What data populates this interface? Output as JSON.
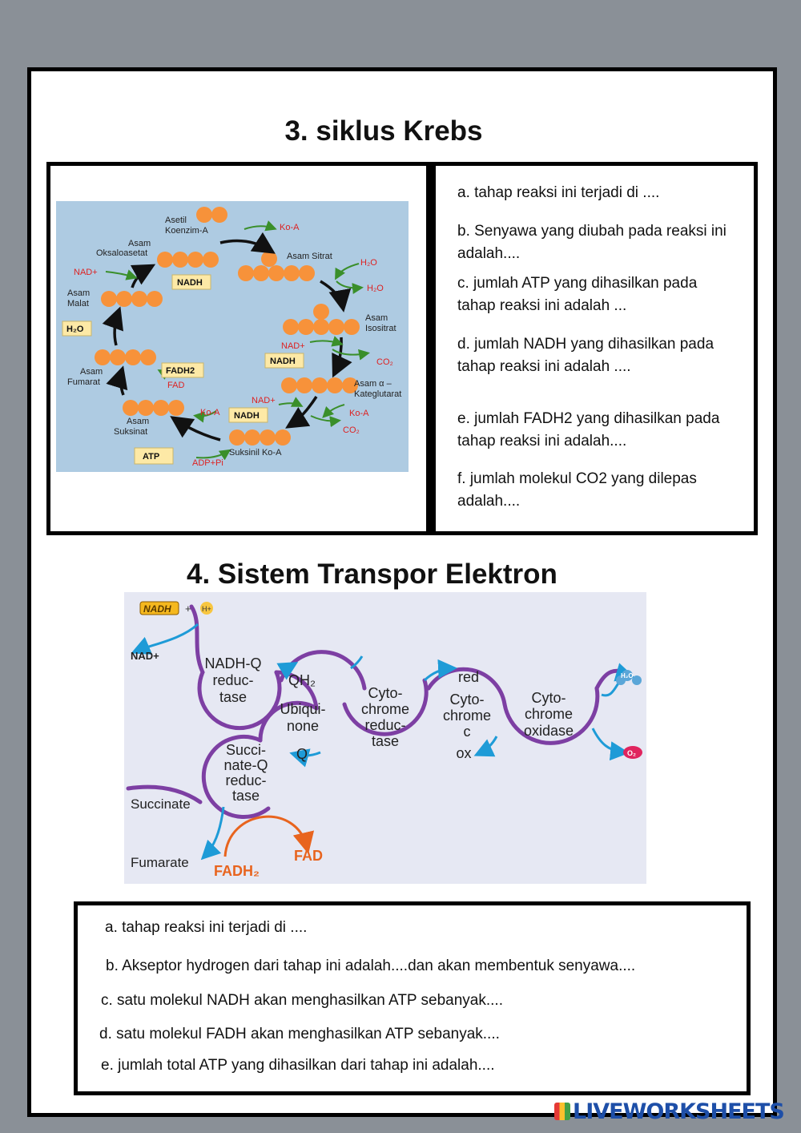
{
  "section3": {
    "title": "3. siklus Krebs",
    "questions": [
      "a. tahap reaksi ini terjadi di ....",
      "b. Senyawa yang diubah pada reaksi ini  adalah....",
      "c. jumlah ATP yang dihasilkan pada tahap reaksi ini  adalah ...",
      "d. jumlah NADH  yang dihasilkan pada tahap reaksi ini adalah ....",
      "e. jumlah FADH2 yang dihasilkan pada tahap reaksi ini  adalah....",
      "f. jumlah molekul CO2 yang dilepas adalah...."
    ],
    "diagram": {
      "asetil": [
        "Asetil",
        "Koenzim-A"
      ],
      "koa_top": "Ko-A",
      "oksaloasetat": [
        "Asam",
        "Oksaloasetat"
      ],
      "sitrat": "Asam Sitrat",
      "h2o_a": "H₂O",
      "h2o_b": "H₂O",
      "nad1": "NAD+",
      "nadh1": "NADH",
      "malat": [
        "Asam",
        "Malat"
      ],
      "isositrat": [
        "Asam",
        "Isositrat"
      ],
      "h2o_box": "H₂O",
      "nad2": "NAD+",
      "nadh2": "NADH",
      "co2_1": "CO₂",
      "fadh2": "FADH2",
      "fad": "FAD",
      "fumarat": [
        "Asam",
        "Fumarat"
      ],
      "kg": [
        "Asam α –",
        "Kateglutarat"
      ],
      "nad3": "NAD+",
      "nadh3": "NADH",
      "koa_mid": "Ko-A",
      "koa_right": "Ko-A",
      "co2_2": "CO₂",
      "suksinat": [
        "Asam",
        "Suksinat"
      ],
      "suksinil": "Suksinil Ko-A",
      "atp": "ATP",
      "adp": "ADP+Pi"
    }
  },
  "section4": {
    "title": "4. Sistem Transpor Elektron",
    "questions": [
      "a. tahap reaksi ini terjadi di ....",
      "b. Akseptor hydrogen dari tahap ini adalah....dan akan membentuk senyawa....",
      "c. satu molekul NADH  akan menghasilkan  ATP sebanyak....",
      "d.  satu molekul FADH  akan menghasilkan  ATP sebanyak....",
      "e.  jumlah total ATP yang dihasilkan dari tahap ini  adalah...."
    ],
    "diagram": {
      "nadh": "NADH",
      "plus": "+",
      "hplus": "H+",
      "nadplus": "NAD+",
      "c1": [
        "NADH-Q",
        "reduc-",
        "tase"
      ],
      "qh2": "QH₂",
      "c2": [
        "Ubiqui-",
        "none"
      ],
      "q": "Q",
      "c3": [
        "Cyto-",
        "chrome",
        "reduc-",
        "tase"
      ],
      "c4": [
        "Cyto-",
        "chrome",
        "c"
      ],
      "red": "red",
      "ox": "ox",
      "c5": [
        "Cyto-",
        "chrome",
        "oxidase"
      ],
      "h2o": "H₂O",
      "o2": "O₂",
      "c6": [
        "Succi-",
        "nate-Q",
        "reduc-",
        "tase"
      ],
      "succinate": "Succinate",
      "fumarate": "Fumarate",
      "fadh2": "FADH₂",
      "fad": "FAD"
    }
  },
  "watermark": "LIVEWORKSHEETS"
}
